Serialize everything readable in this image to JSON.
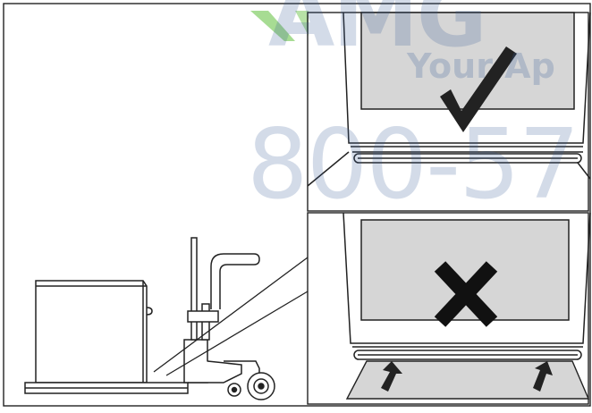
{
  "watermark": {
    "brand": "AMG",
    "tagline": "Your Ap",
    "phone": "800-57",
    "brand_color": "#5fbf3a",
    "text_color": "#375a96"
  },
  "panels": {
    "correct": {
      "mark": "checkmark-icon"
    },
    "incorrect": {
      "mark": "cross-icon"
    }
  }
}
